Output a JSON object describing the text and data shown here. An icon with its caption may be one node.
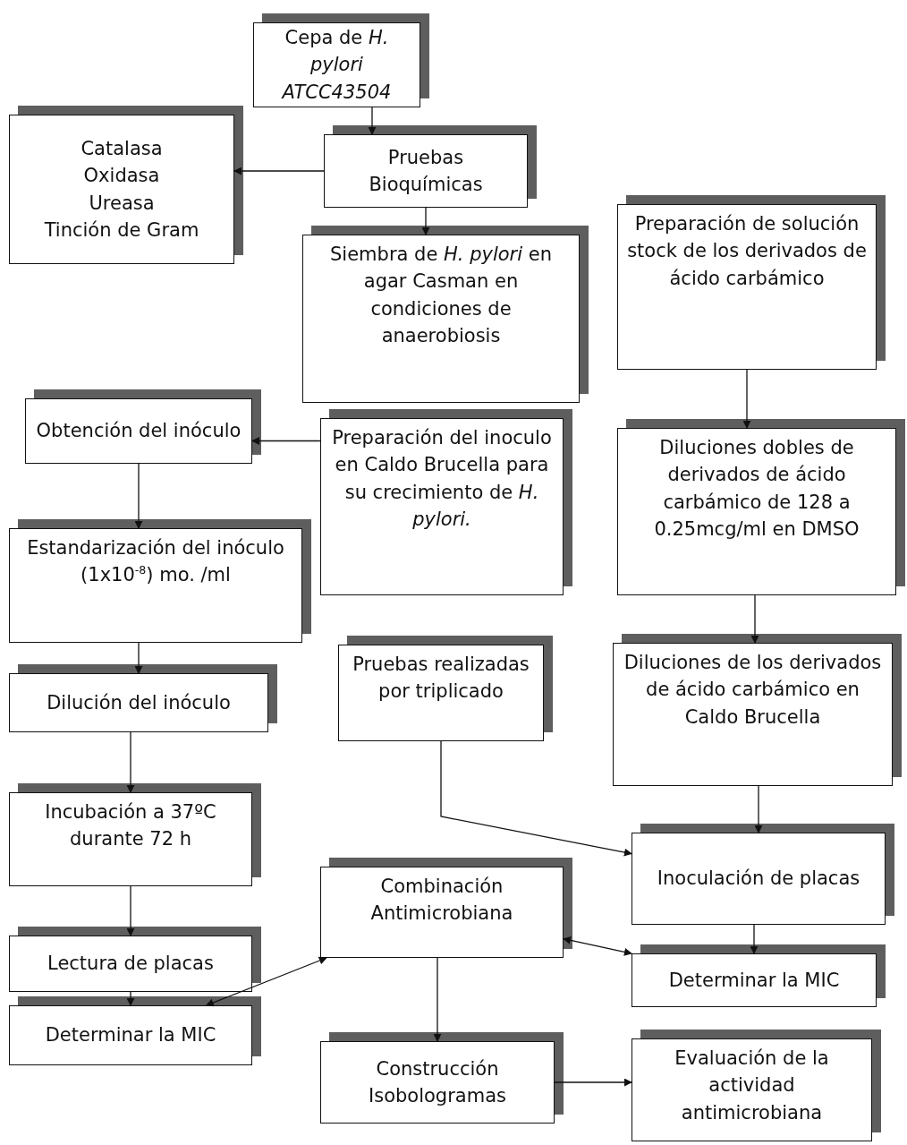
{
  "diagram": {
    "nodes": [
      {
        "text": [
          "Cepa de *H. pylori ATCC43504*"
        ]
      },
      {
        "text": [
          "Catalasa",
          "Oxidasa",
          "Ureasa",
          "Tinción de Gram"
        ]
      },
      {
        "text": [
          "Pruebas Bioquímicas"
        ]
      },
      {
        "text": [
          "Siembra de *H. pylori* en agar Casman en condiciones de anaerobiosis"
        ]
      },
      {
        "text": [
          "Preparación de solución stock de los derivados de ácido carbámico"
        ]
      },
      {
        "text": [
          "Obtención del inóculo"
        ]
      },
      {
        "text": [
          "Preparación del inoculo en Caldo Brucella para su crecimiento de *H. pylori.*"
        ]
      },
      {
        "text": [
          "Diluciones dobles de derivados de ácido carbámico de 128 a 0.25mcg/ml en DMSO"
        ]
      },
      {
        "text": [
          "Estandarización del inóculo (1x10$^{-8}$) mo. /ml"
        ]
      },
      {
        "text": [
          "Pruebas realizadas por triplicado"
        ]
      },
      {
        "text": [
          "Dilución del inóculo"
        ]
      },
      {
        "text": [
          "Diluciones de los derivados de ácido carbámico en Caldo Brucella"
        ]
      },
      {
        "text": [
          "Incubación a 37ºC durante 72 h"
        ]
      },
      {
        "text": [
          "Inoculación de placas"
        ]
      },
      {
        "text": [
          "Combinación Antimicrobiana"
        ]
      },
      {
        "text": [
          "Lectura de placas"
        ]
      },
      {
        "text": [
          "Determinar la MIC"
        ]
      },
      {
        "text": [
          "Determinar la MIC"
        ]
      },
      {
        "text": [
          "Construcción Isobologramas"
        ]
      },
      {
        "text": [
          "Evaluación de la actividad antimicrobiana"
        ]
      }
    ],
    "edges": [
      {
        "from": 0,
        "to": 2,
        "arrow": "to"
      },
      {
        "from": 2,
        "to": 1,
        "arrow": "to"
      },
      {
        "from": 2,
        "to": 3,
        "arrow": "to"
      },
      {
        "from": 6,
        "to": 5,
        "arrow": "to"
      },
      {
        "from": 5,
        "to": 8,
        "arrow": "to"
      },
      {
        "from": 8,
        "to": 10,
        "arrow": "to"
      },
      {
        "from": 10,
        "to": 12,
        "arrow": "to"
      },
      {
        "from": 12,
        "to": 15,
        "arrow": "to"
      },
      {
        "from": 15,
        "to": 17,
        "arrow": "to"
      },
      {
        "from": 17,
        "to": 14,
        "arrow": "both"
      },
      {
        "from": 14,
        "to": 16,
        "arrow": "both"
      },
      {
        "from": 14,
        "to": 18,
        "arrow": "to"
      },
      {
        "from": 18,
        "to": 19,
        "arrow": "to"
      },
      {
        "from": 4,
        "to": 7,
        "arrow": "to"
      },
      {
        "from": 7,
        "to": 11,
        "arrow": "to"
      },
      {
        "from": 11,
        "to": 13,
        "arrow": "to"
      },
      {
        "from": 13,
        "to": 16,
        "arrow": "to"
      },
      {
        "from": 9,
        "to": 13,
        "arrow": "to"
      }
    ]
  }
}
